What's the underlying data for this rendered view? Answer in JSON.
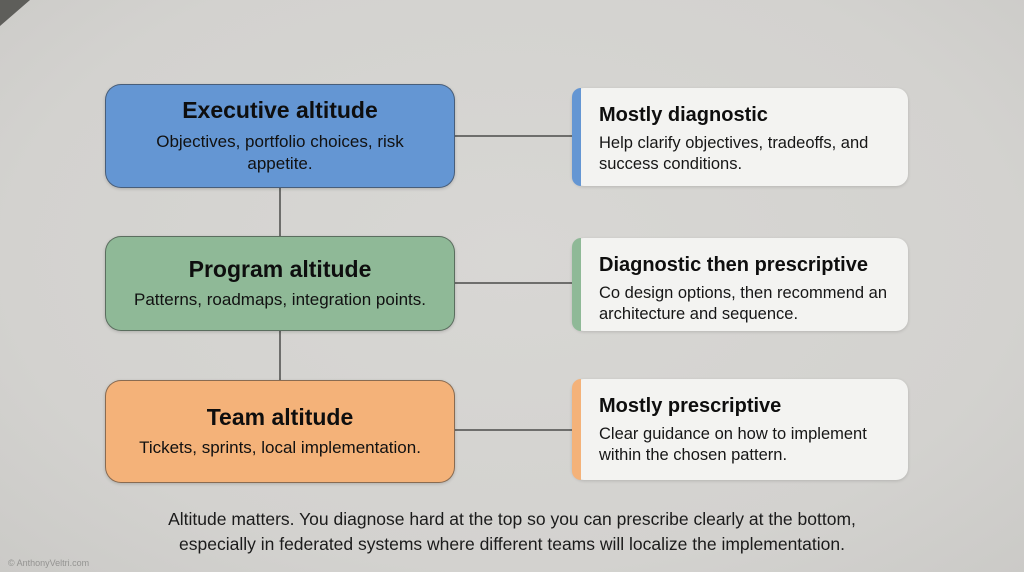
{
  "canvas": {
    "background": "#d5d4d2"
  },
  "rows": [
    {
      "id": "executive",
      "left": {
        "title": "Executive altitude",
        "subtitle": "Objectives, portfolio choices, risk appetite.",
        "fill": "#6496d3"
      },
      "right": {
        "title": "Mostly diagnostic",
        "body": "Help clarify objectives, tradeoffs, and success conditions.",
        "accent": "#6496d3"
      }
    },
    {
      "id": "program",
      "left": {
        "title": "Program altitude",
        "subtitle": "Patterns, roadmaps, integration points.",
        "fill": "#8fb997"
      },
      "right": {
        "title": "Diagnostic then prescriptive",
        "body": "Co design options, then recommend an architecture and sequence.",
        "accent": "#8fb997"
      }
    },
    {
      "id": "team",
      "left": {
        "title": "Team altitude",
        "subtitle": "Tickets, sprints, local implementation.",
        "fill": "#f4b279"
      },
      "right": {
        "title": "Mostly prescriptive",
        "body": "Clear guidance on how to implement within the chosen pattern.",
        "accent": "#f4b279"
      }
    }
  ],
  "footer": {
    "text": "Altitude matters. You diagnose hard at the top so you can prescribe clearly at the bottom,\nespecially in federated systems where different teams will localize the implementation."
  },
  "watermark": "© AnthonyVeltri.com"
}
